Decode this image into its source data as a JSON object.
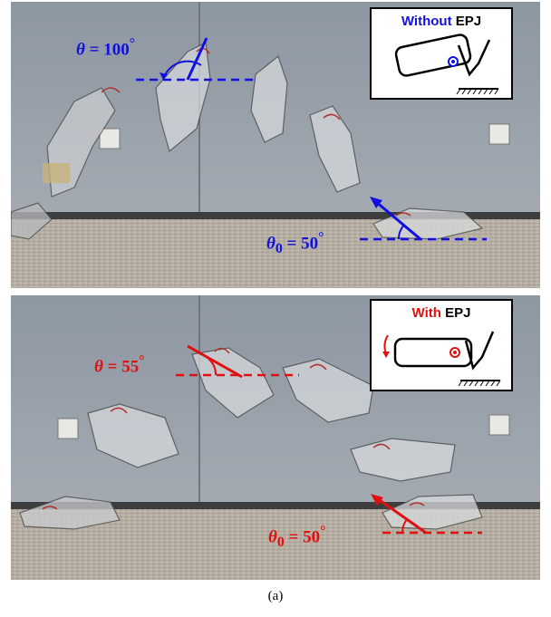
{
  "colors": {
    "without": "#1010e0",
    "with": "#e01010",
    "wall": "#9aa3ac",
    "floor": "#b8b0a4"
  },
  "top_panel": {
    "inset": {
      "highlight": "Without",
      "rest": " EPJ"
    },
    "theta": {
      "symbol": "θ",
      "eq": " = ",
      "value": "100",
      "unit": "°"
    },
    "theta0": {
      "symbol": "θ",
      "sub": "0",
      "eq": " = ",
      "value": "50",
      "unit": "°"
    }
  },
  "bottom_panel": {
    "inset": {
      "highlight": "With",
      "rest": " EPJ"
    },
    "theta": {
      "symbol": "θ",
      "eq": " = ",
      "value": "55",
      "unit": "°"
    },
    "theta0": {
      "symbol": "θ",
      "sub": "0",
      "eq": " = ",
      "value": "50",
      "unit": "°"
    }
  },
  "caption": "(a)"
}
